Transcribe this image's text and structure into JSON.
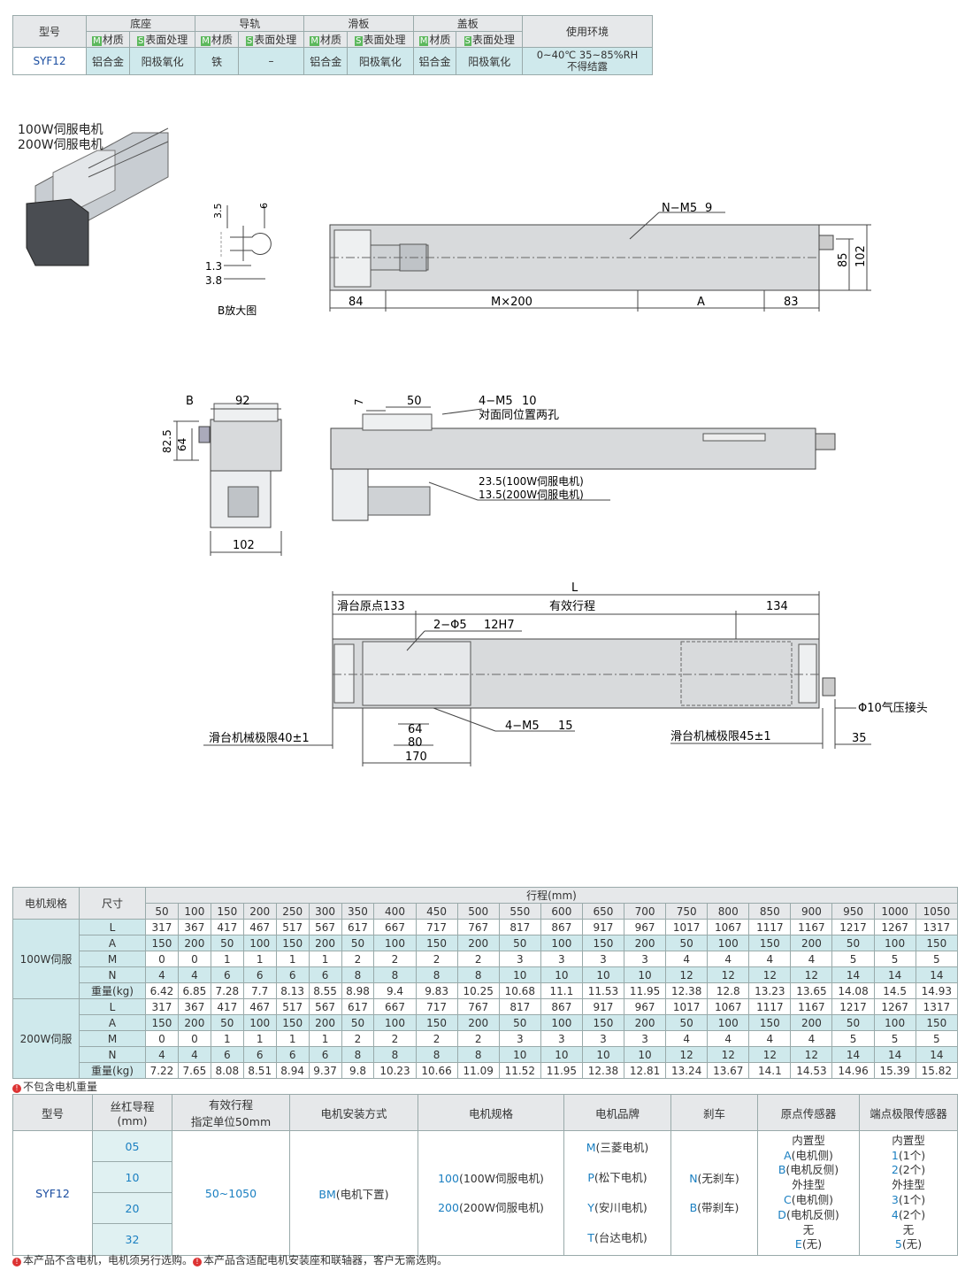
{
  "spec_table": {
    "col_model": "型号",
    "col_base": "底座",
    "col_rail": "导轨",
    "col_slider": "滑板",
    "col_cover": "盖板",
    "col_env": "使用环境",
    "m_tag": "M",
    "s_tag": "S",
    "material": "材质",
    "surface": "表面处理",
    "model": "SYF12",
    "base_material": "铝合金",
    "base_surface": "阳极氧化",
    "rail_material": "铁",
    "rail_surface": "–",
    "slider_material": "铝合金",
    "slider_surface": "阳极氧化",
    "cover_material": "铝合金",
    "cover_surface": "阳极氧化",
    "env_line1": "0~40℃  35~85%RH",
    "env_line2": "不得结露"
  },
  "drawing": {
    "motor_label1": "100W伺服电机",
    "motor_label2": "200W伺服电机",
    "b_35": "3.5",
    "b_6": "6",
    "b_13": "1.3",
    "b_38": "3.8",
    "b_caption": "B放大图",
    "top_nm5": "N−M5",
    "top_9": "9",
    "top_84": "84",
    "top_m200": "M×200",
    "top_a": "A",
    "top_83": "83",
    "top_85": "85",
    "top_102": "102",
    "side_b": "B",
    "side_92": "92",
    "side_825": "82.5",
    "side_64": "64",
    "side_102": "102",
    "front_7": "7",
    "front_50": "50",
    "front_4m510": "4−M5",
    "front_10": "10",
    "front_note": "对面同位置两孔",
    "front_235": "23.5(100W伺服电机)",
    "front_135": "13.5(200W伺服电机)",
    "bot_l": "L",
    "bot_origin": "滑台原点133",
    "bot_stroke": "有效行程",
    "bot_134": "134",
    "bot_pin": "2−Φ5",
    "bot_pin2": "12H7",
    "bot_m515": "4−M5",
    "bot_15": "15",
    "bot_limit40": "滑台机械极限40±1",
    "bot_limit45": "滑台机械极限45±1",
    "bot_64": "64",
    "bot_80": "80",
    "bot_170": "170",
    "bot_35": "35",
    "bot_air": "Φ10气压接头"
  },
  "size_table": {
    "col_motor": "电机规格",
    "col_dim": "尺寸",
    "col_stroke": "行程(mm)",
    "strokes": [
      "50",
      "100",
      "150",
      "200",
      "250",
      "300",
      "350",
      "400",
      "450",
      "500",
      "550",
      "600",
      "650",
      "700",
      "750",
      "800",
      "850",
      "900",
      "950",
      "1000",
      "1050"
    ],
    "groups": [
      {
        "name": "100W伺服",
        "rows": [
          {
            "label": "L",
            "values": [
              "317",
              "367",
              "417",
              "467",
              "517",
              "567",
              "617",
              "667",
              "717",
              "767",
              "817",
              "867",
              "917",
              "967",
              "1017",
              "1067",
              "1117",
              "1167",
              "1217",
              "1267",
              "1317"
            ]
          },
          {
            "label": "A",
            "values": [
              "150",
              "200",
              "50",
              "100",
              "150",
              "200",
              "50",
              "100",
              "150",
              "200",
              "50",
              "100",
              "150",
              "200",
              "50",
              "100",
              "150",
              "200",
              "50",
              "100",
              "150"
            ]
          },
          {
            "label": "M",
            "values": [
              "0",
              "0",
              "1",
              "1",
              "1",
              "1",
              "2",
              "2",
              "2",
              "2",
              "3",
              "3",
              "3",
              "3",
              "4",
              "4",
              "4",
              "4",
              "5",
              "5",
              "5"
            ]
          },
          {
            "label": "N",
            "values": [
              "4",
              "4",
              "6",
              "6",
              "6",
              "6",
              "8",
              "8",
              "8",
              "8",
              "10",
              "10",
              "10",
              "10",
              "12",
              "12",
              "12",
              "12",
              "14",
              "14",
              "14"
            ]
          },
          {
            "label": "重量(kg)",
            "values": [
              "6.42",
              "6.85",
              "7.28",
              "7.7",
              "8.13",
              "8.55",
              "8.98",
              "9.4",
              "9.83",
              "10.25",
              "10.68",
              "11.1",
              "11.53",
              "11.95",
              "12.38",
              "12.8",
              "13.23",
              "13.65",
              "14.08",
              "14.5",
              "14.93"
            ]
          }
        ]
      },
      {
        "name": "200W伺服",
        "rows": [
          {
            "label": "L",
            "values": [
              "317",
              "367",
              "417",
              "467",
              "517",
              "567",
              "617",
              "667",
              "717",
              "767",
              "817",
              "867",
              "917",
              "967",
              "1017",
              "1067",
              "1117",
              "1167",
              "1217",
              "1267",
              "1317"
            ]
          },
          {
            "label": "A",
            "values": [
              "150",
              "200",
              "50",
              "100",
              "150",
              "200",
              "50",
              "100",
              "150",
              "200",
              "50",
              "100",
              "150",
              "200",
              "50",
              "100",
              "150",
              "200",
              "50",
              "100",
              "150"
            ]
          },
          {
            "label": "M",
            "values": [
              "0",
              "0",
              "1",
              "1",
              "1",
              "1",
              "2",
              "2",
              "2",
              "2",
              "3",
              "3",
              "3",
              "3",
              "4",
              "4",
              "4",
              "4",
              "5",
              "5",
              "5"
            ]
          },
          {
            "label": "N",
            "values": [
              "4",
              "4",
              "6",
              "6",
              "6",
              "6",
              "8",
              "8",
              "8",
              "8",
              "10",
              "10",
              "10",
              "10",
              "12",
              "12",
              "12",
              "12",
              "14",
              "14",
              "14"
            ]
          },
          {
            "label": "重量(kg)",
            "values": [
              "7.22",
              "7.65",
              "8.08",
              "8.51",
              "8.94",
              "9.37",
              "9.8",
              "10.23",
              "10.66",
              "11.09",
              "11.52",
              "11.95",
              "12.38",
              "12.81",
              "13.24",
              "13.67",
              "14.1",
              "14.53",
              "14.96",
              "15.39",
              "15.82"
            ]
          }
        ]
      }
    ],
    "note": "不包含电机重量"
  },
  "order_table": {
    "h_model": "型号",
    "h_lead1": "丝杠导程",
    "h_lead2": "(mm)",
    "h_stroke1": "有效行程",
    "h_stroke2": "指定单位50mm",
    "h_mount": "电机安装方式",
    "h_motor": "电机规格",
    "h_brand": "电机品牌",
    "h_brake": "刹车",
    "h_origin": "原点传感器",
    "h_limit": "端点极限传感器",
    "model": "SYF12",
    "leads": [
      "05",
      "10",
      "20",
      "32"
    ],
    "stroke_range": "50~1050",
    "mount_code": "BM",
    "mount_text": "(电机下置)",
    "motor1_code": "100",
    "motor1_text": "(100W伺服电机)",
    "motor2_code": "200",
    "motor2_text": "(200W伺服电机)",
    "brands": [
      {
        "code": "M",
        "text": "(三菱电机)"
      },
      {
        "code": "P",
        "text": "(松下电机)"
      },
      {
        "code": "Y",
        "text": "(安川电机)"
      },
      {
        "code": "T",
        "text": "(台达电机)"
      }
    ],
    "brake1_code": "N",
    "brake1_text": "(无刹车)",
    "brake2_code": "B",
    "brake2_text": "(带刹车)",
    "origin": [
      {
        "code": "",
        "text": "内置型"
      },
      {
        "code": "A",
        "text": "(电机侧)"
      },
      {
        "code": "B",
        "text": "(电机反侧)"
      },
      {
        "code": "",
        "text": "外挂型"
      },
      {
        "code": "C",
        "text": "(电机侧)"
      },
      {
        "code": "D",
        "text": "(电机反侧)"
      },
      {
        "code": "",
        "text": "无"
      },
      {
        "code": "E",
        "text": "(无)"
      }
    ],
    "limit": [
      {
        "code": "",
        "text": "内置型"
      },
      {
        "code": "1",
        "text": "(1个)"
      },
      {
        "code": "2",
        "text": "(2个)"
      },
      {
        "code": "",
        "text": "外挂型"
      },
      {
        "code": "3",
        "text": "(1个)"
      },
      {
        "code": "4",
        "text": "(2个)"
      },
      {
        "code": "",
        "text": "无"
      },
      {
        "code": "5",
        "text": "(无)"
      }
    ],
    "note_a": "本产品不含电机，电机须另行选购。",
    "note_b": "本产品含适配电机安装座和联轴器，客户无需选购。"
  }
}
